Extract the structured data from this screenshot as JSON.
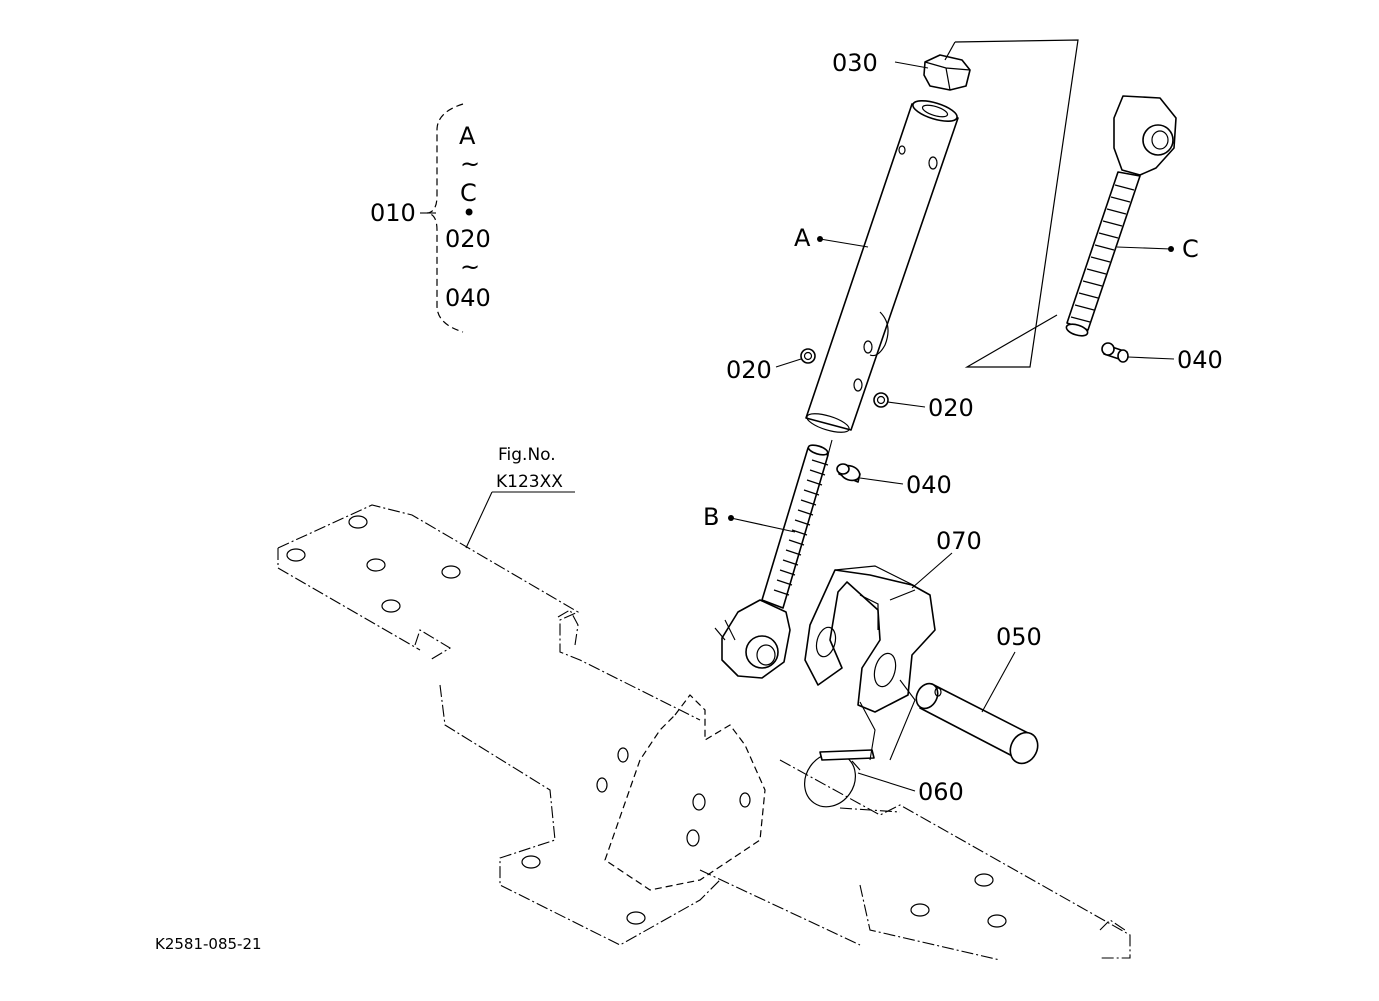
{
  "diagram_id": "K2581-085-21",
  "reference": {
    "line1": "Fig.No.",
    "line2": "K123XX"
  },
  "assembly_group": {
    "number": "010",
    "range": [
      "A",
      "~",
      "C",
      "•",
      "020",
      "~",
      "040"
    ]
  },
  "labels": {
    "p030": "030",
    "pA": "A",
    "pB": "B",
    "pC": "C",
    "p020_left": "020",
    "p020_right": "020",
    "p040_mid": "040",
    "p040_right": "040",
    "p070": "070",
    "p050": "050",
    "p060": "060"
  }
}
